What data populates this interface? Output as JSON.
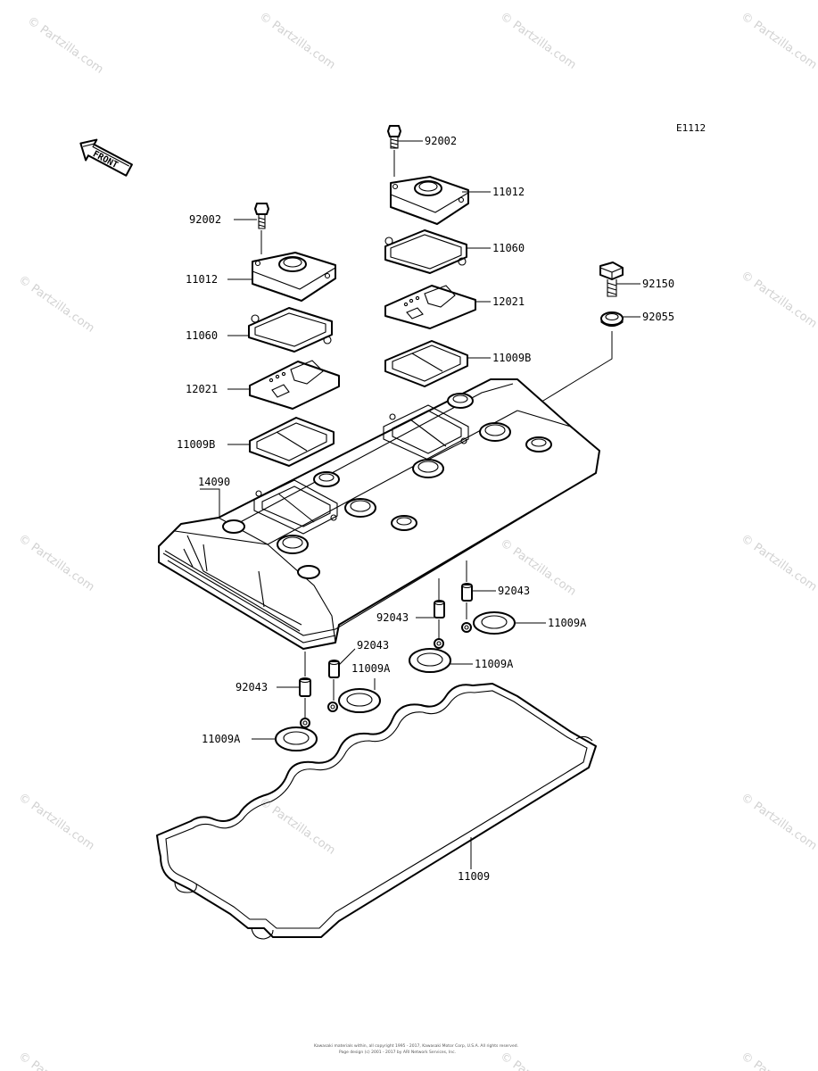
{
  "diagram_code": "E1112",
  "front_label": "FRONT",
  "watermark": "© Partzilla.com",
  "copyright_lines": [
    "Kawasaki materials within, all copyright 1995 - 2017, Kawasaki Motor Corp, U.S.A. All rights reserved.",
    "Page design (c) 2001 - 2017 by ARI Network Services, Inc."
  ],
  "callouts": {
    "c92002_top": "92002",
    "c11012_top": "11012",
    "c11060_top": "11060",
    "c12021_top": "12021",
    "c11009b_top": "11009B",
    "c92002_left": "92002",
    "c11012_left": "11012",
    "c11060_left": "11060",
    "c12021_left": "12021",
    "c11009b_left": "11009B",
    "c14090": "14090",
    "c92150": "92150",
    "c92055": "92055",
    "c92043_a": "92043",
    "c92043_b": "92043",
    "c92043_c": "92043",
    "c92043_d": "92043",
    "c11009a_a": "11009A",
    "c11009a_b": "11009A",
    "c11009a_c": "11009A",
    "c11009a_d": "11009A",
    "c11009": "11009"
  }
}
